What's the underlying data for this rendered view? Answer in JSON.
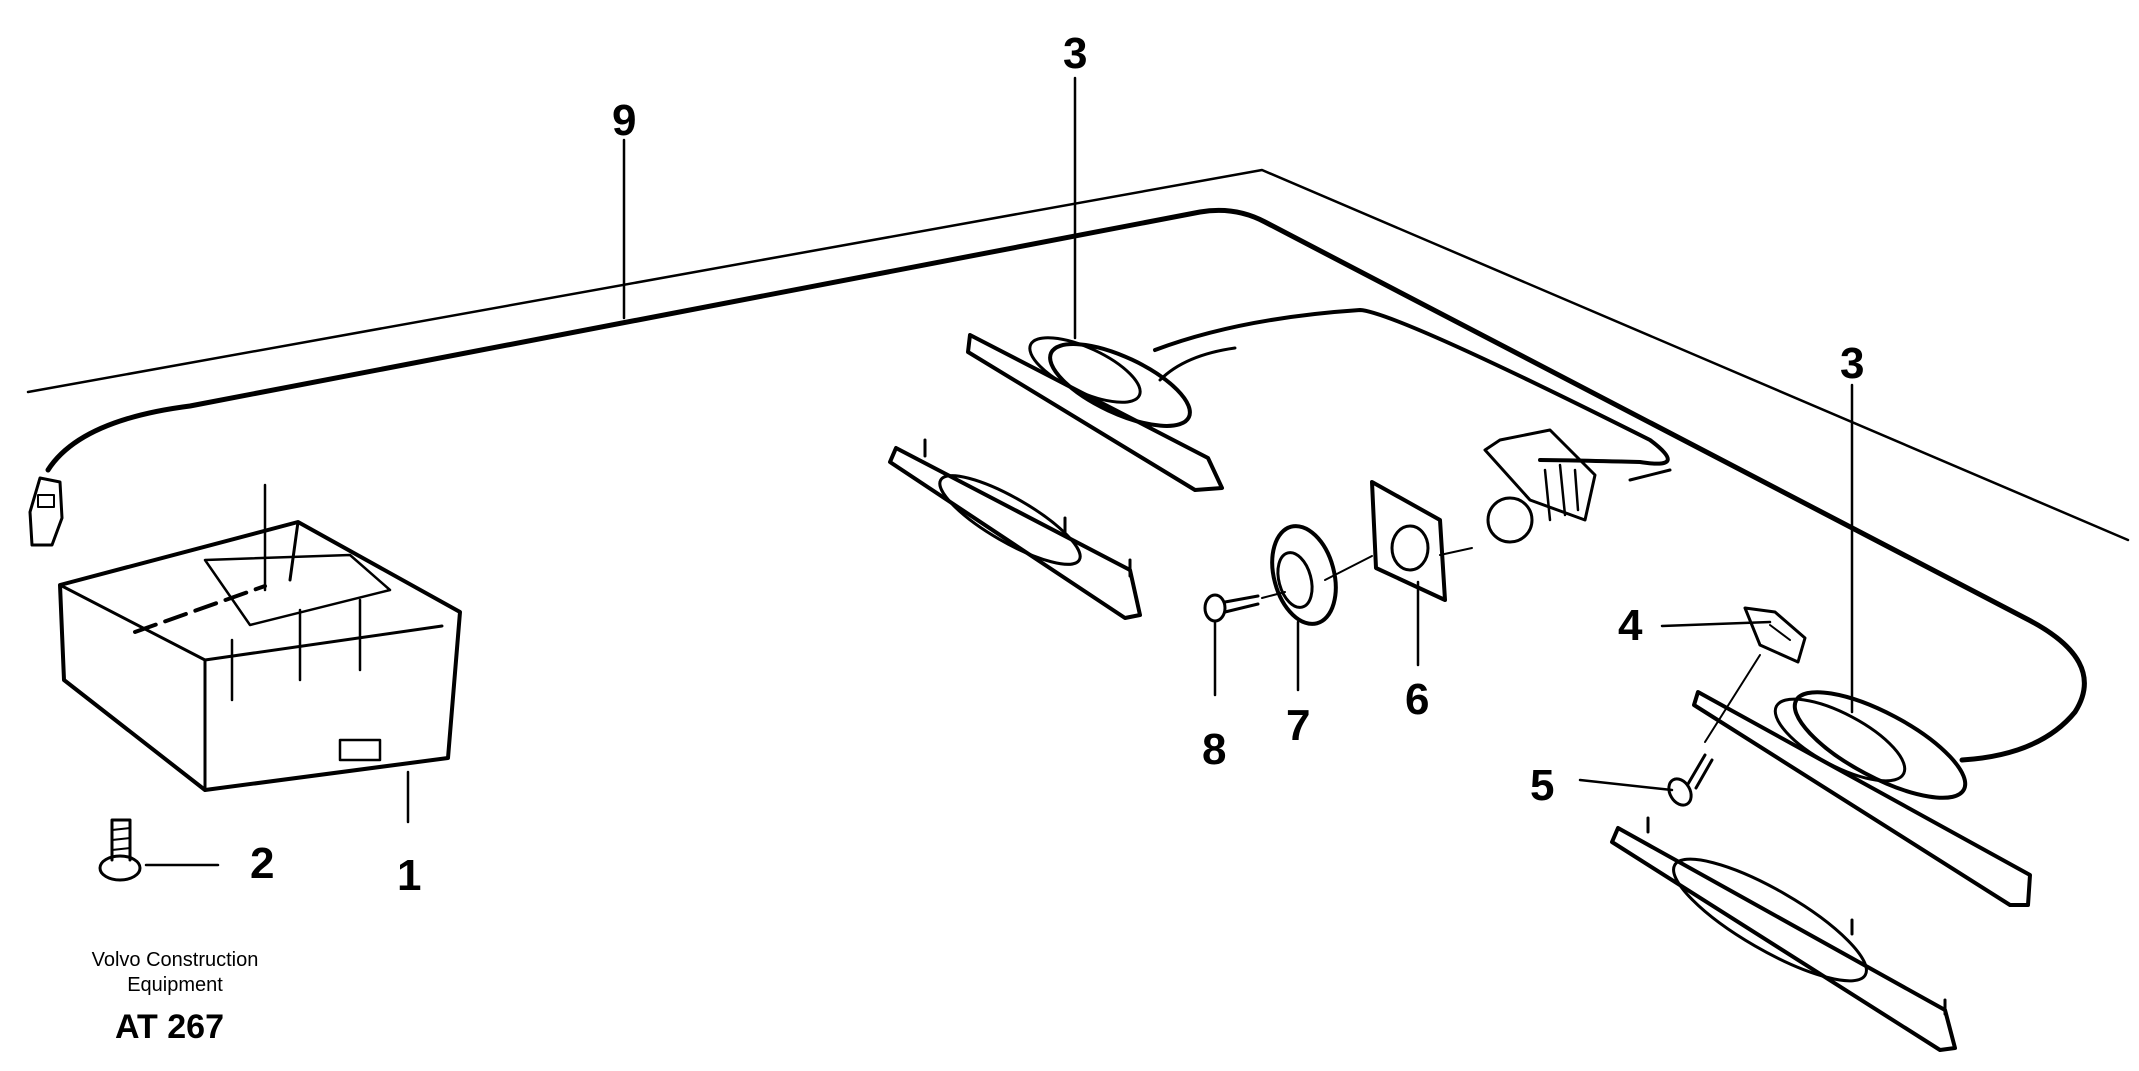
{
  "callouts": {
    "c1": "1",
    "c2": "2",
    "c3a": "3",
    "c3b": "3",
    "c4": "4",
    "c5": "5",
    "c6": "6",
    "c7": "7",
    "c8": "8",
    "c9": "9"
  },
  "footer": {
    "company_line1": "Volvo Construction",
    "company_line2": "Equipment",
    "code": "AT 267"
  }
}
